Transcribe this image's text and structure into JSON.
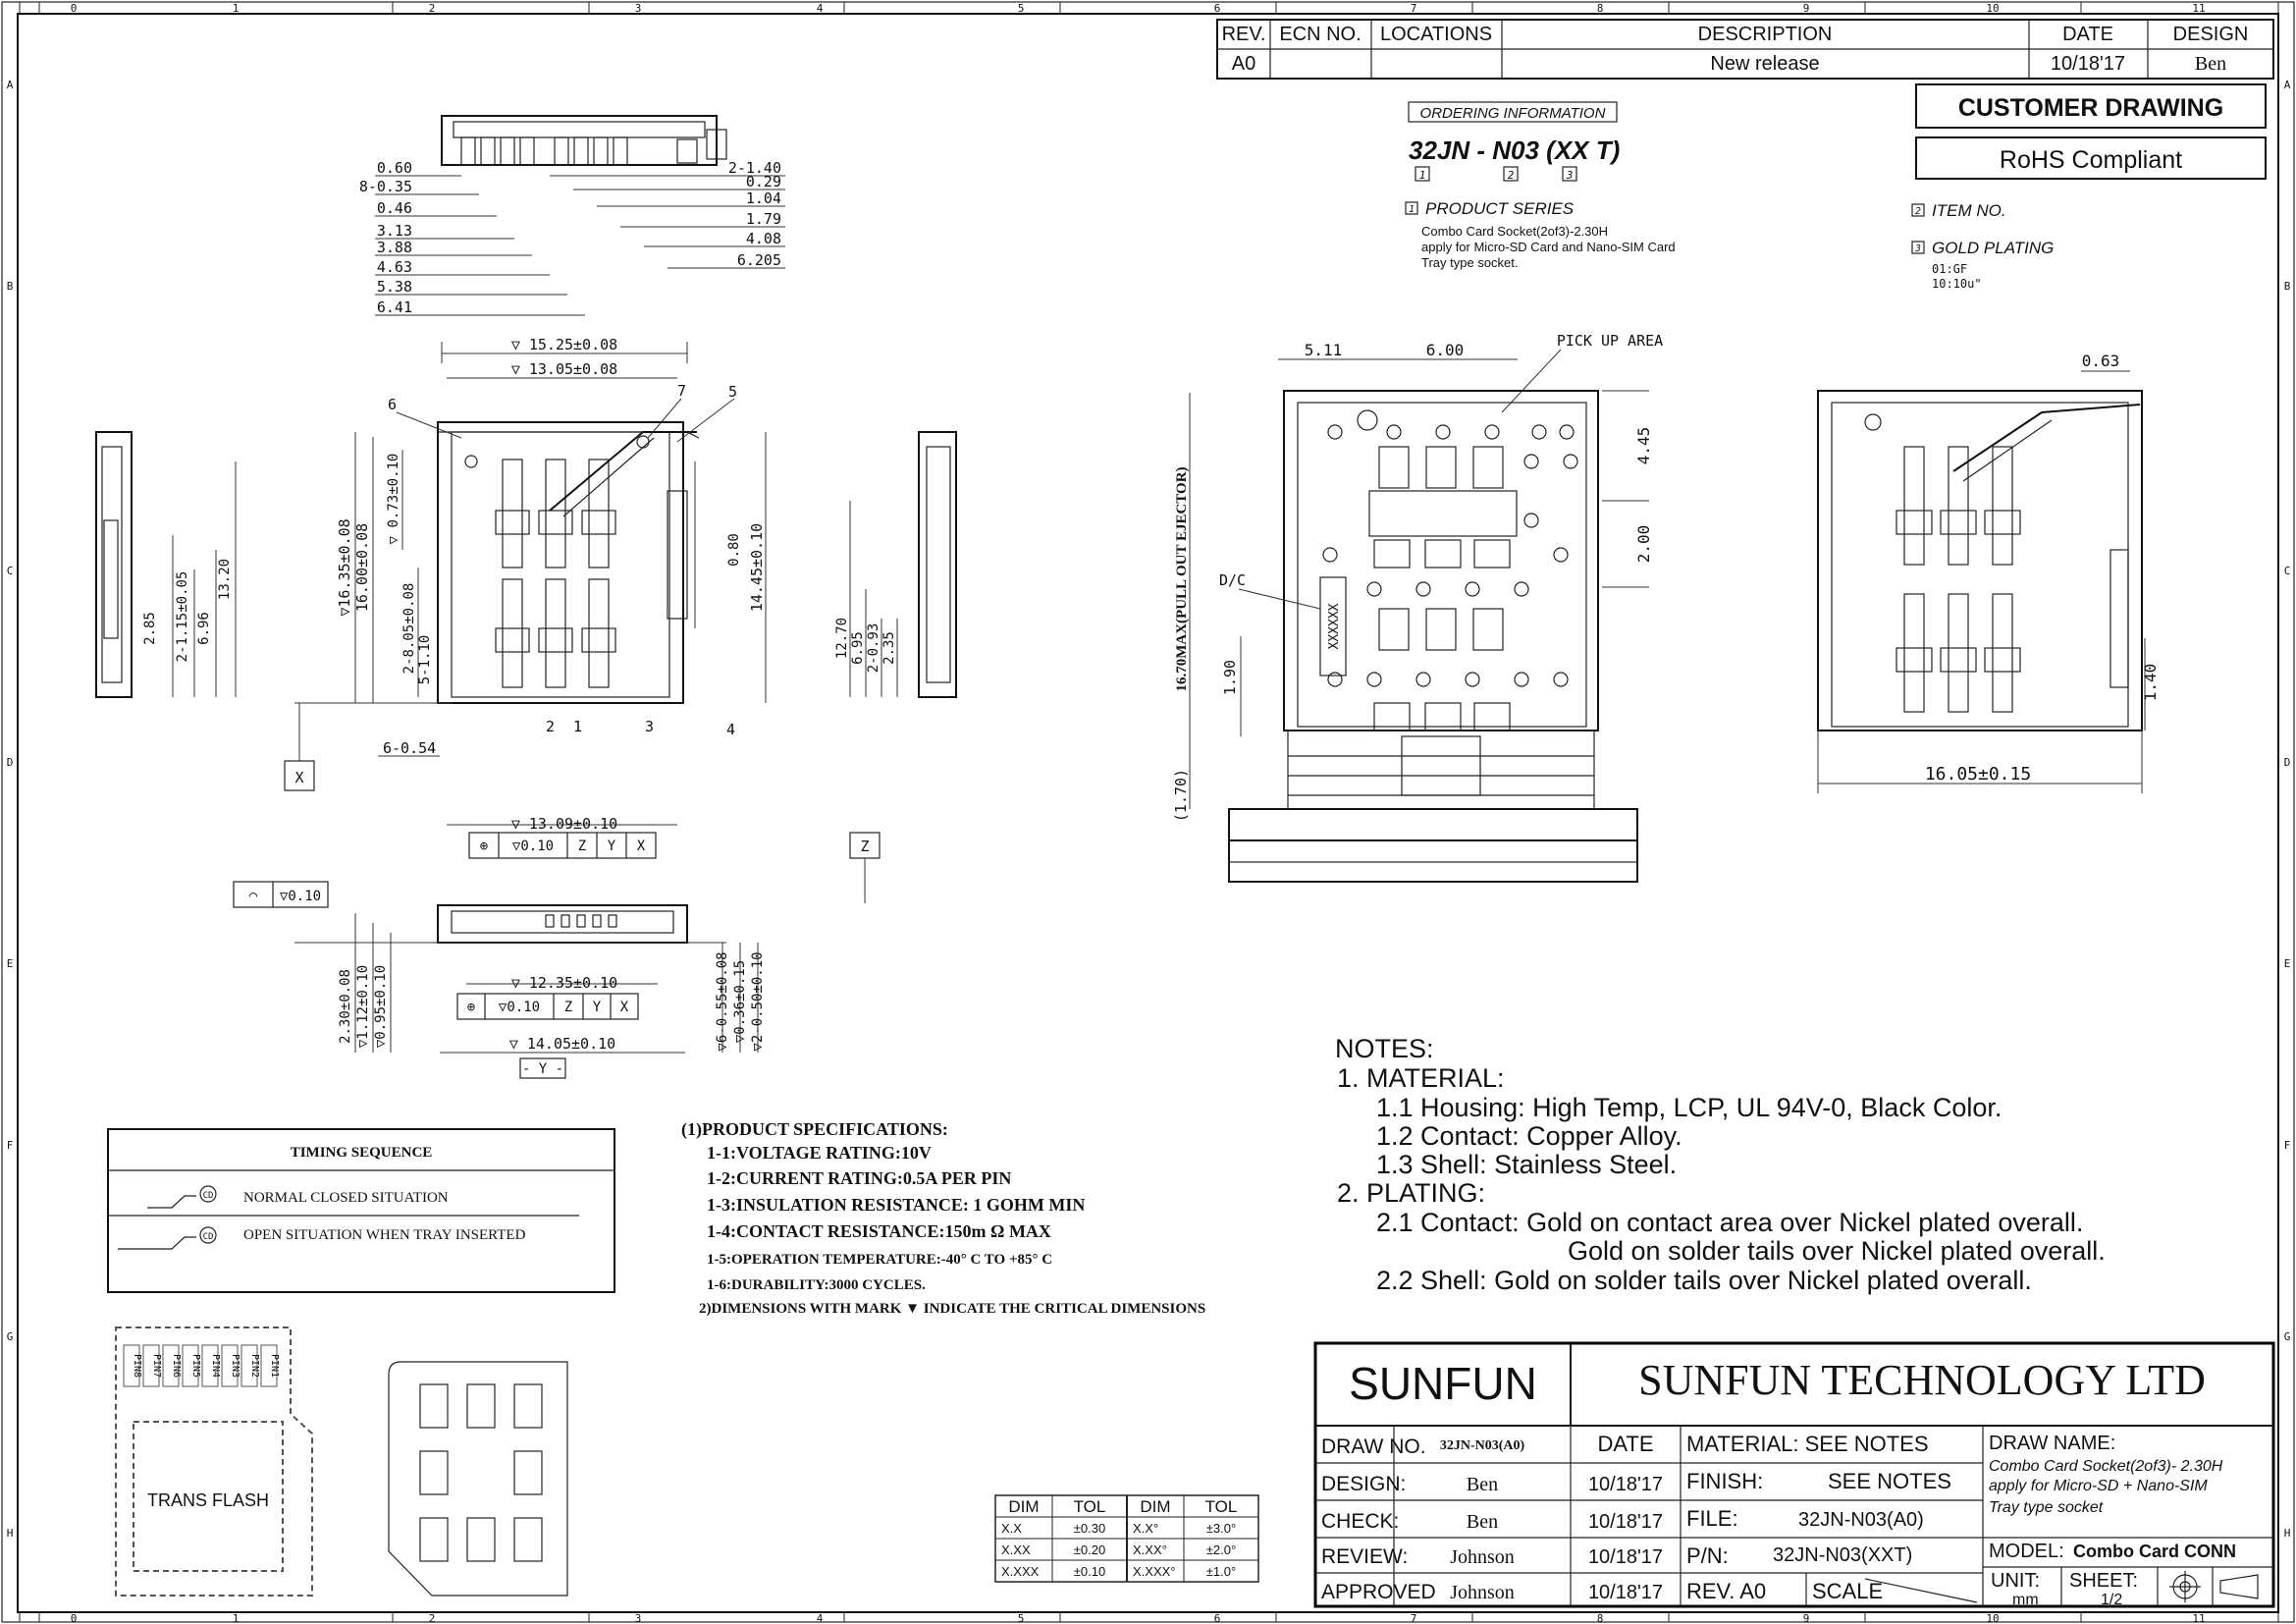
{
  "border": {
    "cols_top": [
      "0",
      "1",
      "2",
      "3",
      "4",
      "5",
      "6",
      "7",
      "8",
      "9",
      "10",
      "11"
    ],
    "cols_bottom": [
      "0",
      "1",
      "2",
      "3",
      "4",
      "5",
      "6",
      "7",
      "8",
      "9",
      "10",
      "11"
    ],
    "rows": [
      "A",
      "B",
      "C",
      "D",
      "E",
      "F",
      "G",
      "H"
    ]
  },
  "revision_table": {
    "headers": [
      "REV.",
      "ECN NO.",
      "LOCATIONS",
      "DESCRIPTION",
      "DATE",
      "DESIGN"
    ],
    "row": [
      "A0",
      "",
      "",
      "New release",
      "10/18'17",
      "Ben"
    ]
  },
  "stamps": {
    "customer": "CUSTOMER DRAWING",
    "rohs": "RoHS Compliant"
  },
  "ordering": {
    "label": "ORDERING INFORMATION",
    "code": "32JN - N03 (XX T)",
    "boxes": [
      "1",
      "2",
      "3"
    ],
    "product_series_title": "PRODUCT SERIES",
    "product_series_lines": [
      "Combo Card Socket(2of3)-2.30H",
      "apply for Micro-SD Card and Nano-SIM Card",
      "Tray type socket."
    ],
    "item_no": "ITEM NO.",
    "gold_plating": "GOLD PLATING",
    "gold_lines": [
      "01:GF",
      "10:10u\""
    ]
  },
  "dims_top": [
    "0.60",
    "8-0.35",
    "0.46",
    "3.13",
    "3.88",
    "4.63",
    "5.38",
    "6.41",
    "2-1.40",
    "0.29",
    "1.04",
    "1.79",
    "4.08",
    "6.205"
  ],
  "dims_main": {
    "w1": "▽ 15.25±0.08",
    "w2": "▽ 13.05±0.08",
    "h1": "▽16.35±0.08",
    "h2": "16.00±0.08",
    "h3": "▽ 0.73±0.10",
    "h4": "2-8.05±0.08",
    "h5": "5-1.10",
    "b1": "6-0.54",
    "r1": "0.80",
    "r2": "14.45±0.10",
    "callouts": [
      "6",
      "7",
      "5",
      "2",
      "1",
      "3",
      "4"
    ],
    "datum_x": "X"
  },
  "dims_left_side": [
    "2.85",
    "2-1.15±0.05",
    "6.96",
    "13.20"
  ],
  "dims_right_side": [
    "12.70",
    "6.95",
    "2-0.93",
    "2.35"
  ],
  "dims_center": {
    "w1": "5.11",
    "w2": "6.00",
    "pickup": "PICK UP AREA",
    "r1": "4.45",
    "r2": "2.00",
    "eject": "16.70MAX(PULL OUT EJECTOR)",
    "dc": "D/C",
    "code": "XXXXXX",
    "h1": "1.90",
    "h2": "(1.70)"
  },
  "dims_far_right": {
    "top": "0.63",
    "side": "1.40",
    "bottom": "16.05±0.15"
  },
  "dims_bottom_view": {
    "top": "▽ 13.09±0.10",
    "frame1": [
      "▽0.10",
      "Z",
      "Y",
      "X"
    ],
    "datum_z": "Z",
    "flat": "▽0.10",
    "mid": "▽ 12.35±0.10",
    "frame2": [
      "▽0.10",
      "Z",
      "Y",
      "X"
    ],
    "bottom": "▽ 14.05±0.10",
    "datum_y": "- Y -",
    "left": [
      "2.30±0.08",
      "▽1.12±0.10",
      "▽0.95±0.10"
    ],
    "right": [
      "▽6-0.55±0.08",
      "▽0.36±0.15",
      "▽2-0.50±0.10"
    ]
  },
  "timing": {
    "title": "TIMING SEQUENCE",
    "row1": "NORMAL CLOSED SITUATION",
    "row2": "OPEN SITUATION WHEN TRAY INSERTED",
    "sym": "CD"
  },
  "specs": [
    "(1)PRODUCT SPECIFICATIONS:",
    "1-1:VOLTAGE RATING:10V",
    "1-2:CURRENT RATING:0.5A PER PIN",
    "1-3:INSULATION RESISTANCE: 1 GOHM MIN",
    "1-4:CONTACT RESISTANCE:150m Ω MAX",
    "1-5:OPERATION TEMPERATURE:-40° C TO +85° C",
    "1-6:DURABILITY:3000 CYCLES.",
    "2)DIMENSIONS WITH MARK ▼ INDICATE THE CRITICAL DIMENSIONS"
  ],
  "notes": [
    "NOTES:",
    "1. MATERIAL:",
    "1.1 Housing: High Temp, LCP, UL 94V-0, Black Color.",
    "1.2 Contact: Copper Alloy.",
    "1.3 Shell: Stainless Steel.",
    "2. PLATING:",
    "2.1 Contact: Gold on contact area over Nickel plated overall.",
    "Gold on solder tails over Nickel plated overall.",
    "2.2 Shell: Gold on solder tails over Nickel plated overall."
  ],
  "card": {
    "label": "TRANS FLASH",
    "pins": [
      "PIN8",
      "PIN7",
      "PIN6",
      "PIN5",
      "PIN4",
      "PIN3",
      "PIN2",
      "PIN1"
    ]
  },
  "tolerance": {
    "headers": [
      "DIM",
      "TOL",
      "DIM",
      "TOL"
    ],
    "rows": [
      [
        "X.X",
        "±0.30",
        "X.X°",
        "±3.0°"
      ],
      [
        "X.XX",
        "±0.20",
        "X.XX°",
        "±2.0°"
      ],
      [
        "X.XXX",
        "±0.10",
        "X.XXX°",
        "±1.0°"
      ]
    ]
  },
  "title_block": {
    "logo": "SUNFUN",
    "company": "SUNFUN TECHNOLOGY LTD",
    "labels": [
      "DRAW NO.",
      "DESIGN:",
      "CHECK:",
      "REVIEW:",
      "APPROVED"
    ],
    "names": [
      "32JN-N03(A0)",
      "Ben",
      "Ben",
      "Johnson",
      "Johnson"
    ],
    "date_header": "DATE",
    "dates": [
      "10/18'17",
      "10/18'17",
      "10/18'17",
      "10/18'17"
    ],
    "material": "MATERIAL: SEE NOTES",
    "finish_label": "FINISH:",
    "finish_value": "SEE NOTES",
    "file_label": "FILE:",
    "file_value": "32JN-N03(A0)",
    "pn_label": "P/N:",
    "pn_value": "32JN-N03(XXT)",
    "rev": "REV. A0",
    "scale": "SCALE",
    "draw_name_label": "DRAW NAME:",
    "draw_name_lines": [
      "Combo Card Socket(2of3)- 2.30H",
      "apply for Micro-SD + Nano-SIM",
      "Tray type socket"
    ],
    "model_label": "MODEL:",
    "model_value": "Combo Card CONN",
    "unit_label": "UNIT:",
    "unit_value": "mm",
    "sheet_label": "SHEET:",
    "sheet_value": "1/2"
  }
}
